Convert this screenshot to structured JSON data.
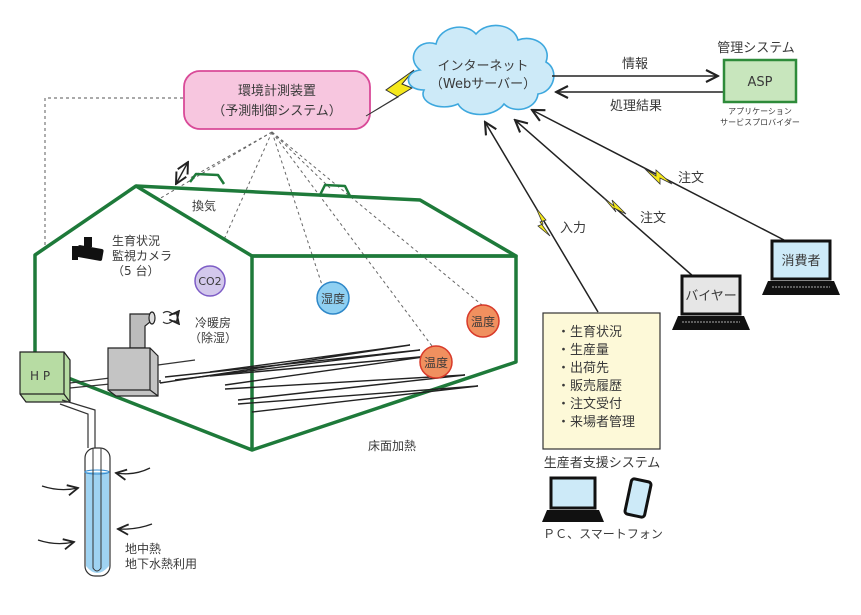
{
  "env_device": {
    "line1": "環境計測装置",
    "line2": "（予測制御システム）"
  },
  "internet": {
    "line1": "インターネット",
    "line2": "（Webサーバー）"
  },
  "management": {
    "title": "管理システム",
    "box_label": "ASP",
    "sub1": "アプリケーション",
    "sub2": "サービスプロバイダー"
  },
  "flows": {
    "info": "情報",
    "result": "処理結果",
    "input": "入力",
    "order_buyer": "注文",
    "order_consumer": "注文"
  },
  "greenhouse": {
    "ventilation": "換気",
    "camera": {
      "line1": "生育状況",
      "line2": "監視カメラ",
      "line3": "（5 台）"
    },
    "co2": "CO2",
    "humidity": "湿度",
    "temp1": "温度",
    "temp2": "温度",
    "aircon": {
      "line1": "冷暖房",
      "line2": "（除湿）"
    },
    "floor_heating": "床面加熱",
    "hp": "H P",
    "geothermal": {
      "line1": "地中熱",
      "line2": "地下水熱利用"
    }
  },
  "producer_system": {
    "items": [
      "・生育状況",
      "・生産量",
      "・出荷先",
      "・販売履歴",
      "・注文受付",
      "・来場者管理"
    ],
    "title": "生産者支援システム",
    "devices": "ＰＣ、スマートフォン"
  },
  "buyer": "バイヤー",
  "consumer": "消費者",
  "colors": {
    "green": "#1e7a3a",
    "pink": "#f7c6df",
    "pink_border": "#d94a98",
    "cloud": "#cdeaf8",
    "cloud_border": "#3ea8de",
    "asp_fill": "#c8e6bd",
    "note_fill": "#fdf9d8",
    "bolt": "#f5e81c",
    "humid": "#8fd0f2",
    "temp": "#f0905f",
    "co2": "#d3c8ec"
  }
}
